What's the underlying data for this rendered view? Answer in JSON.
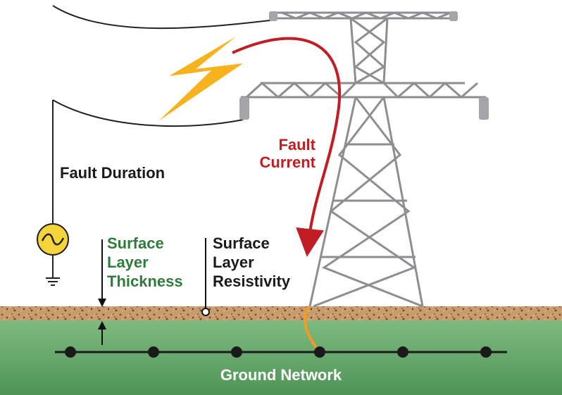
{
  "labels": {
    "fault_duration": "Fault Duration",
    "fault_current_line1": "Fault",
    "fault_current_line2": "Current",
    "surface_thickness_line1": "Surface",
    "surface_thickness_line2": "Layer",
    "surface_thickness_line3": "Thickness",
    "surface_resistivity_line1": "Surface",
    "surface_resistivity_line2": "Layer",
    "surface_resistivity_line3": "Resistivity",
    "ground_network": "Ground Network"
  },
  "colors": {
    "fault_current": "#c01e24",
    "surface_thickness_text": "#2e7d3a",
    "ground_green": "#5fa565",
    "soil_brown": "#b8875d",
    "lightning": "#f7b21e",
    "source_yellow": "#f5d33a",
    "tower_gray": "#8c8e91",
    "ground_conductor_orange": "#f59a23"
  },
  "icons": [
    "lightning-bolt-icon",
    "ac-source-icon",
    "ground-symbol-icon"
  ]
}
